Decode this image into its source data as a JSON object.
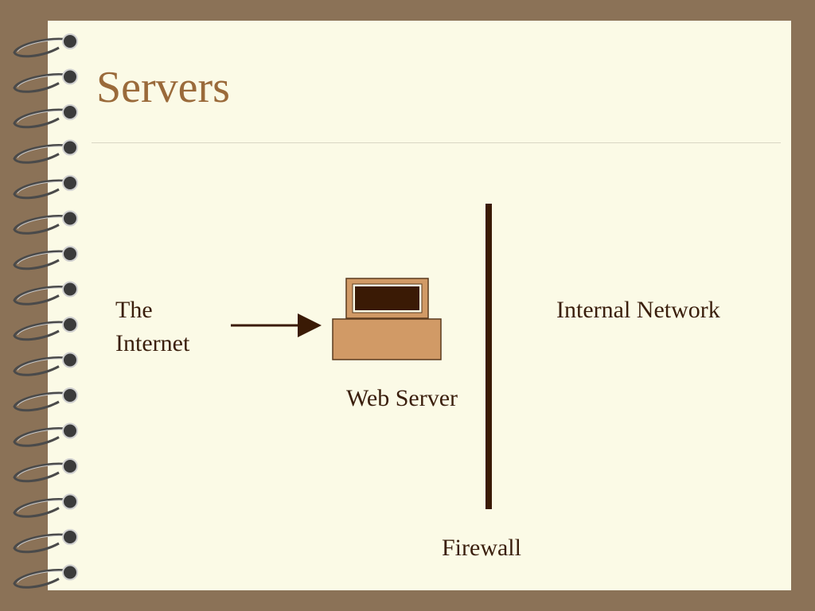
{
  "slide": {
    "title": "Servers"
  },
  "diagram": {
    "internet_line1": "The",
    "internet_line2": "Internet",
    "internal_network": "Internal Network",
    "web_server": "Web Server",
    "firewall": "Firewall"
  },
  "colors": {
    "background": "#8b7257",
    "page": "#fbfae6",
    "title": "#9a6a3a",
    "text": "#3a1e0c",
    "server_body": "#d19a66",
    "server_screen": "#3a1a05",
    "firewall_line": "#3a1a05"
  }
}
